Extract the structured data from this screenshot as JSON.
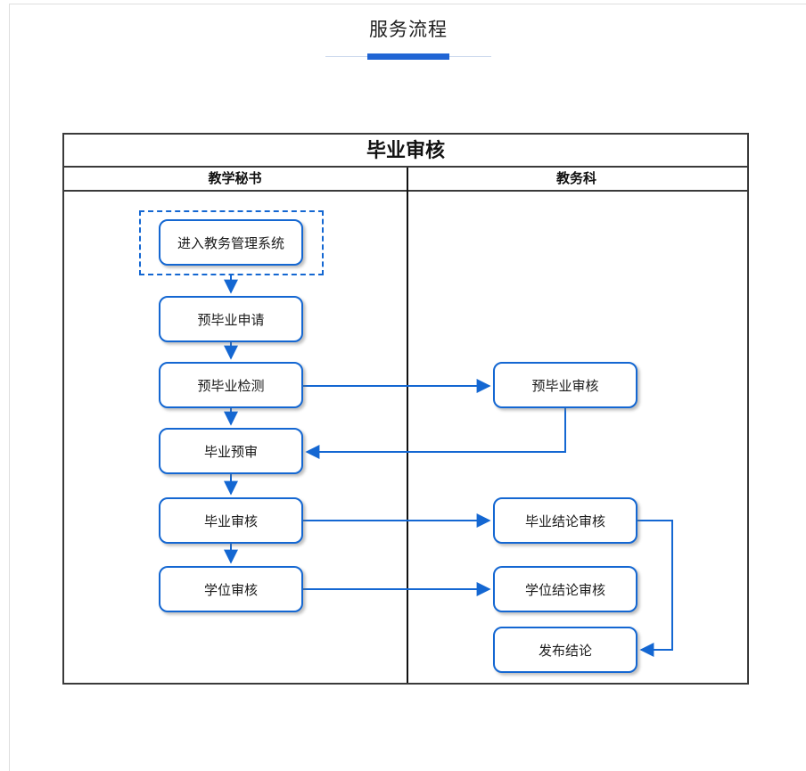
{
  "header": {
    "title": "服务流程"
  },
  "flowchart": {
    "title": "毕业审核",
    "lanes": [
      {
        "label": "教学秘书"
      },
      {
        "label": "教务科"
      }
    ],
    "nodes": {
      "enter_system": "进入教务管理系统",
      "pre_grad_apply": "预毕业申请",
      "pre_grad_check": "预毕业检测",
      "grad_pre_review": "毕业预审",
      "grad_review": "毕业审核",
      "degree_review": "学位审核",
      "pre_grad_audit": "预毕业审核",
      "grad_conclusion_audit": "毕业结论审核",
      "degree_conclusion_audit": "学位结论审核",
      "publish_conclusion": "发布结论"
    },
    "colors": {
      "accent_blue": "#1467d2",
      "underline_accent": "#2065d4",
      "underline_track": "#c9d7ec",
      "frame_border": "#3a3a3a",
      "divider": "#111111"
    }
  }
}
